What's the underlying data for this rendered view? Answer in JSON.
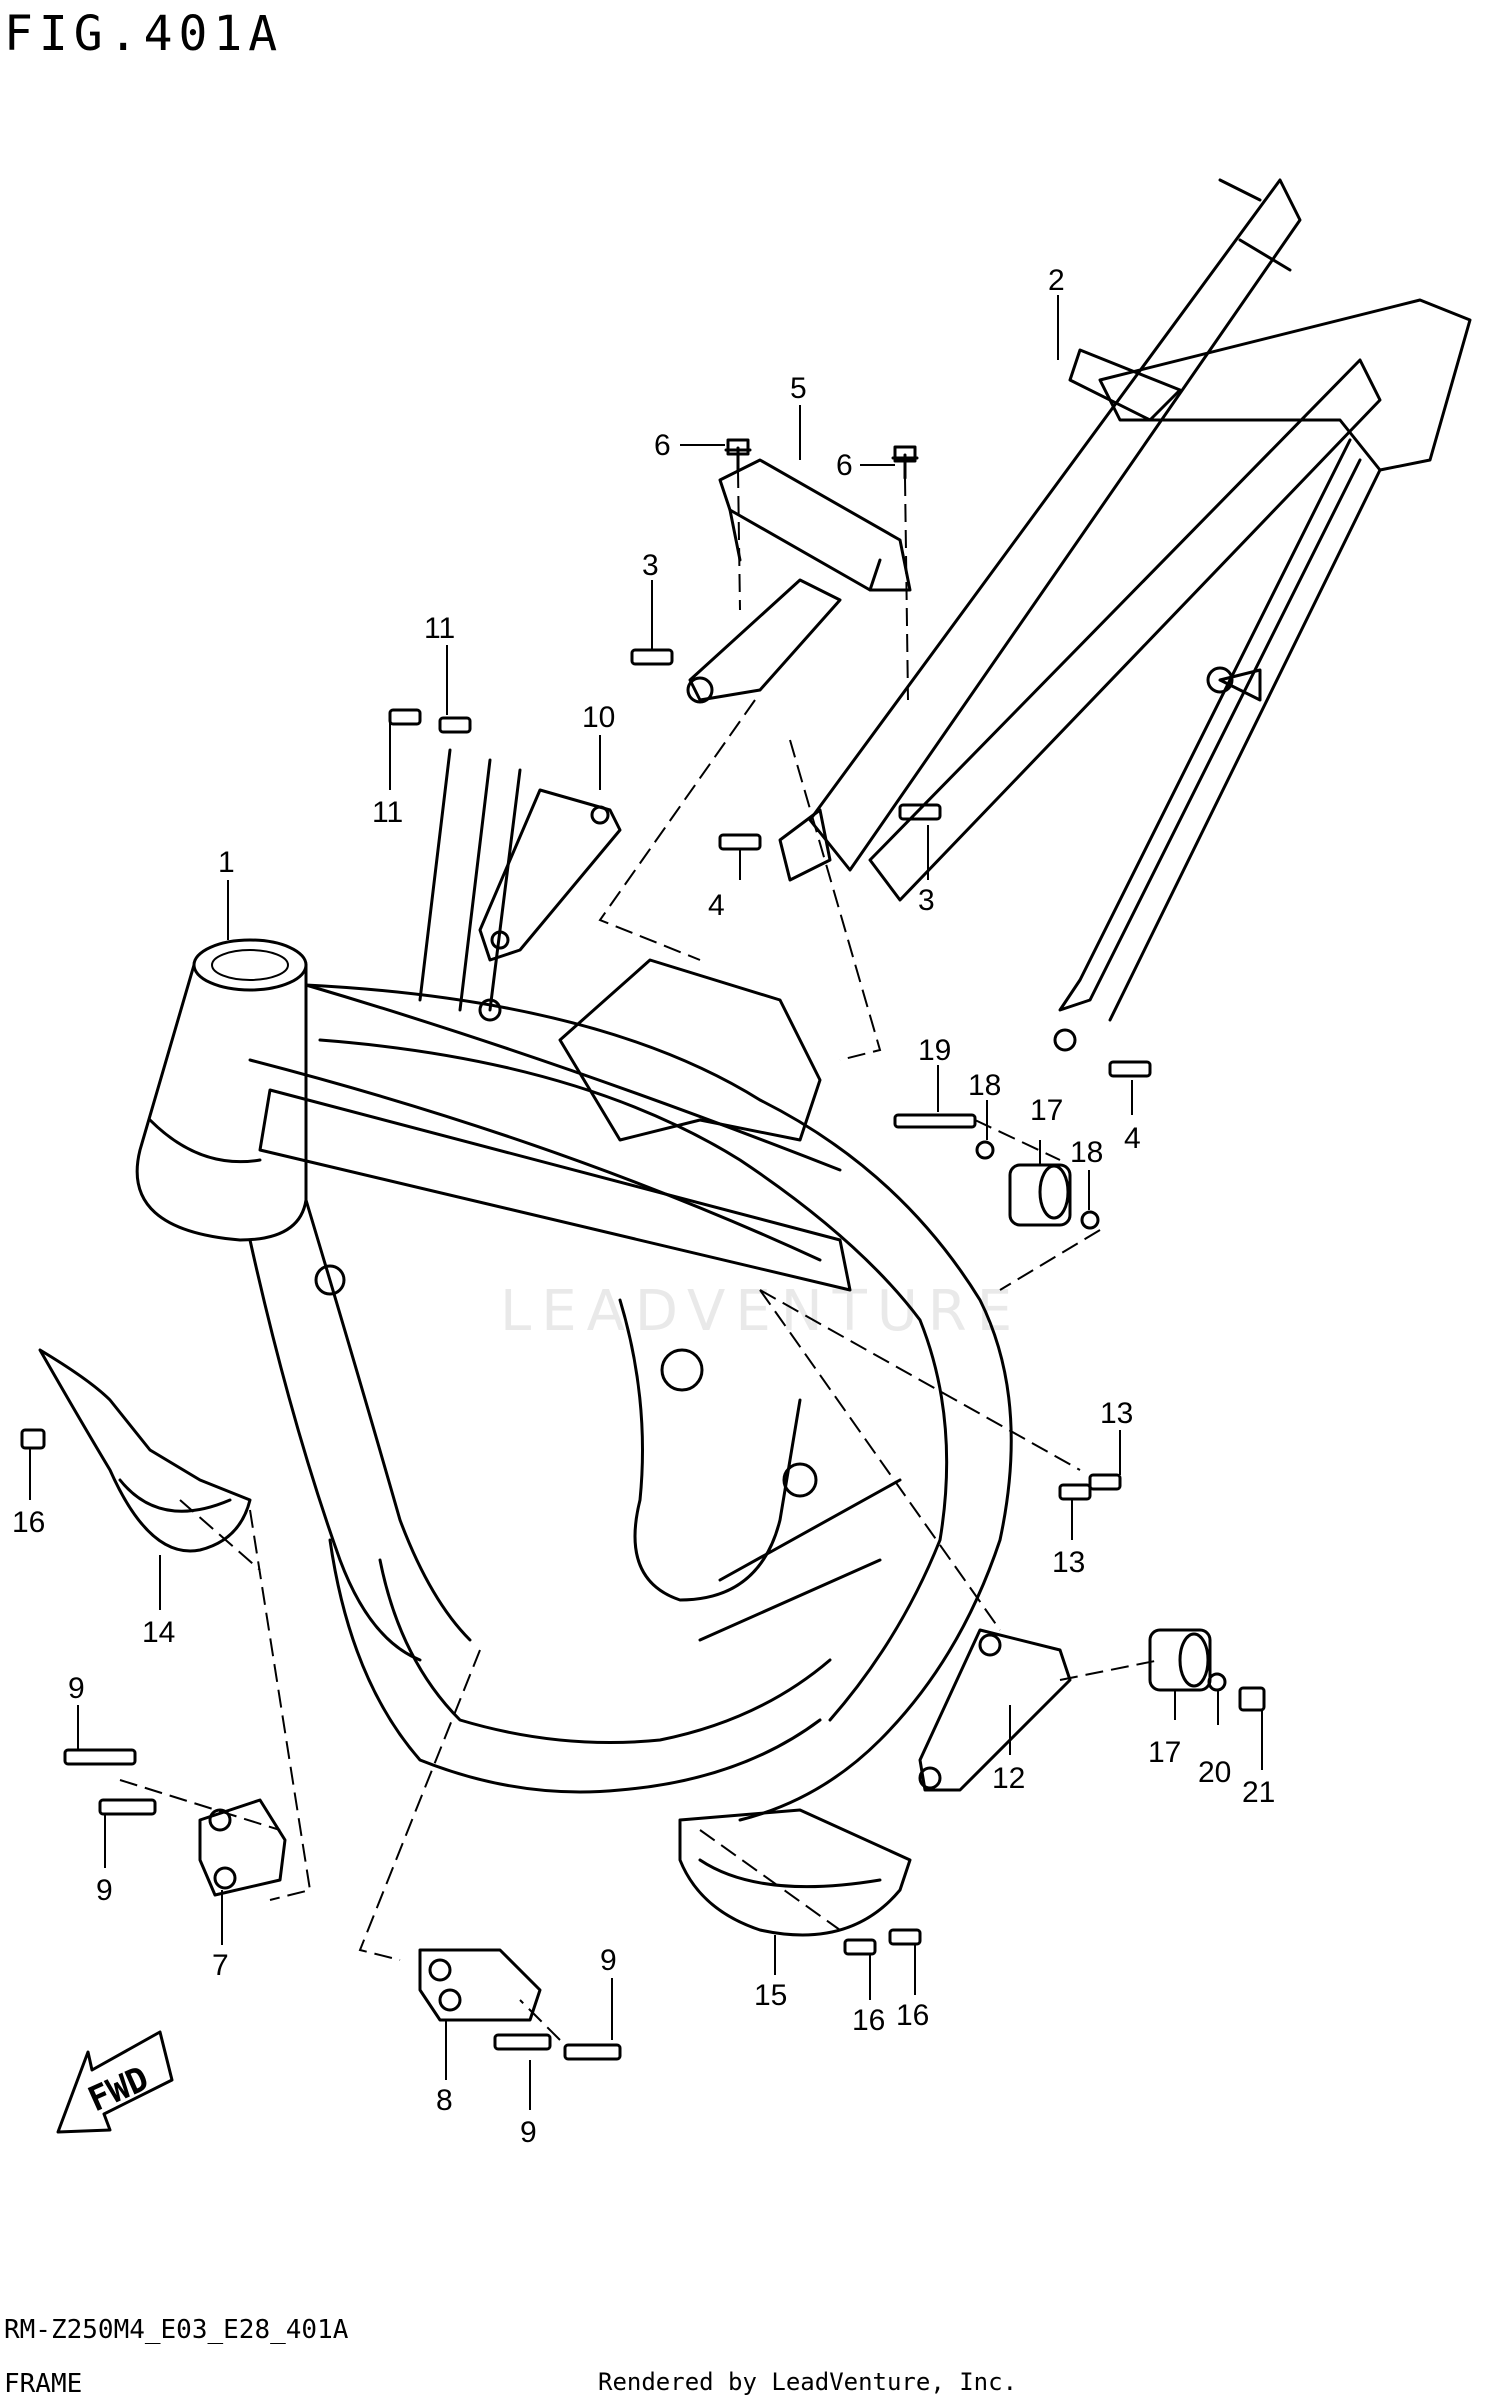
{
  "figure": {
    "title": "FIG.401A",
    "model_code": "RM-Z250M4_E03_E28_401A",
    "section_name": "FRAME",
    "render_credit": "Rendered by LeadVenture, Inc.",
    "watermark": "LEADVENTURE",
    "fwd_label": "FWD"
  },
  "callouts": [
    {
      "id": "c1",
      "label": "1"
    },
    {
      "id": "c2",
      "label": "2"
    },
    {
      "id": "c3a",
      "label": "3"
    },
    {
      "id": "c3b",
      "label": "3"
    },
    {
      "id": "c4a",
      "label": "4"
    },
    {
      "id": "c4b",
      "label": "4"
    },
    {
      "id": "c5",
      "label": "5"
    },
    {
      "id": "c6a",
      "label": "6"
    },
    {
      "id": "c6b",
      "label": "6"
    },
    {
      "id": "c7",
      "label": "7"
    },
    {
      "id": "c8",
      "label": "8"
    },
    {
      "id": "c9a",
      "label": "9"
    },
    {
      "id": "c9b",
      "label": "9"
    },
    {
      "id": "c9c",
      "label": "9"
    },
    {
      "id": "c9d",
      "label": "9"
    },
    {
      "id": "c10",
      "label": "10"
    },
    {
      "id": "c11a",
      "label": "11"
    },
    {
      "id": "c11b",
      "label": "11"
    },
    {
      "id": "c12",
      "label": "12"
    },
    {
      "id": "c13a",
      "label": "13"
    },
    {
      "id": "c13b",
      "label": "13"
    },
    {
      "id": "c14",
      "label": "14"
    },
    {
      "id": "c15",
      "label": "15"
    },
    {
      "id": "c16a",
      "label": "16"
    },
    {
      "id": "c16b",
      "label": "16"
    },
    {
      "id": "c16c",
      "label": "16"
    },
    {
      "id": "c17a",
      "label": "17"
    },
    {
      "id": "c17b",
      "label": "17"
    },
    {
      "id": "c18a",
      "label": "18"
    },
    {
      "id": "c18b",
      "label": "18"
    },
    {
      "id": "c19",
      "label": "19"
    },
    {
      "id": "c20",
      "label": "20"
    },
    {
      "id": "c21",
      "label": "21"
    }
  ]
}
